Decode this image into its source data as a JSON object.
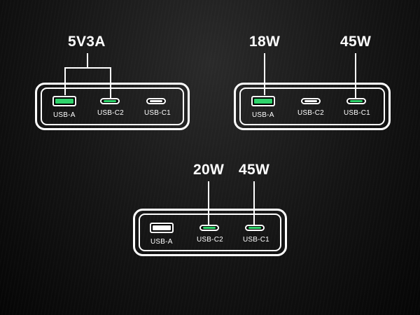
{
  "colors": {
    "active": "#2fd36b",
    "idle": "#ffffff",
    "outline": "#ffffff"
  },
  "configurations": [
    {
      "spec_labels": [
        "5V3A"
      ],
      "ports": [
        {
          "label": "USB-A",
          "type": "usb-a",
          "active": true
        },
        {
          "label": "USB-C2",
          "type": "usb-c",
          "active": true
        },
        {
          "label": "USB-C1",
          "type": "usb-c",
          "active": false
        }
      ]
    },
    {
      "spec_labels": [
        "18W",
        "45W"
      ],
      "ports": [
        {
          "label": "USB-A",
          "type": "usb-a",
          "active": true
        },
        {
          "label": "USB-C2",
          "type": "usb-c",
          "active": false
        },
        {
          "label": "USB-C1",
          "type": "usb-c",
          "active": true
        }
      ]
    },
    {
      "spec_labels": [
        "20W",
        "45W"
      ],
      "ports": [
        {
          "label": "USB-A",
          "type": "usb-a",
          "active": false
        },
        {
          "label": "USB-C2",
          "type": "usb-c",
          "active": true
        },
        {
          "label": "USB-C1",
          "type": "usb-c",
          "active": true
        }
      ]
    }
  ]
}
